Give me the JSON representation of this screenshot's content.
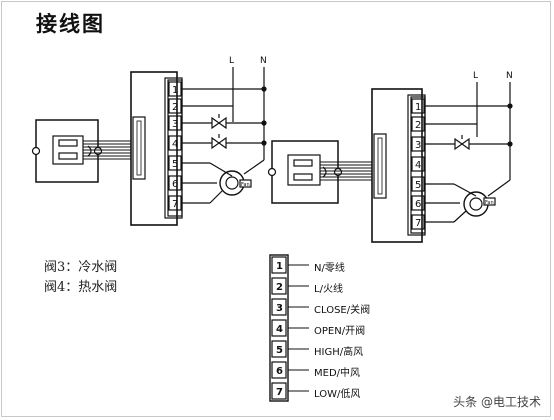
{
  "title": "接线图",
  "left_diagram": {
    "terminals": [
      "1",
      "2",
      "3",
      "4",
      "5",
      "6",
      "7"
    ],
    "line_labels": {
      "live": "L",
      "neutral": "N"
    },
    "fan_tag": "Fan"
  },
  "right_diagram": {
    "terminals": [
      "1",
      "2",
      "3",
      "4",
      "5",
      "6",
      "7"
    ],
    "line_labels": {
      "live": "L",
      "neutral": "N"
    },
    "fan_tag": "Fan"
  },
  "valve_notes": [
    {
      "label": "阀3：冷水阀"
    },
    {
      "label": "阀4：热水阀"
    }
  ],
  "terminal_legend": [
    {
      "num": "1",
      "label": "N/零线"
    },
    {
      "num": "2",
      "label": "L/火线"
    },
    {
      "num": "3",
      "label": "CLOSE/关阀"
    },
    {
      "num": "4",
      "label": "OPEN/开阀"
    },
    {
      "num": "5",
      "label": "HIGH/高风"
    },
    {
      "num": "6",
      "label": "MED/中风"
    },
    {
      "num": "7",
      "label": "LOW/低风"
    }
  ],
  "watermark": "头条 @电工技术"
}
